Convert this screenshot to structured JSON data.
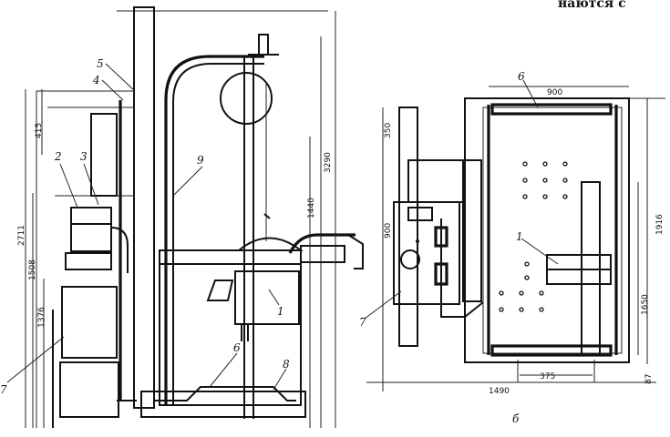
{
  "caption_fragment": "наются с",
  "view_labels": {
    "plan": "б"
  },
  "callouts": {
    "n1_front": "1",
    "n1_plan": "1",
    "n2": "2",
    "n3": "3",
    "n4": "4",
    "n5": "5",
    "n6_front": "6",
    "n6_plan": "6",
    "n7_front": "7",
    "n7_plan": "7",
    "n8": "8",
    "n9": "9"
  },
  "dimensions": {
    "d415": "415",
    "d2711": "2711",
    "d1508": "1508",
    "d1376": "1376",
    "d3290": "3290",
    "d1440": "1440",
    "d350": "350",
    "d900_side": "900",
    "d900_top": "900",
    "d1916": "1916",
    "d1650": "1650",
    "d375": "375",
    "d1490": "1490",
    "d87": "87"
  }
}
